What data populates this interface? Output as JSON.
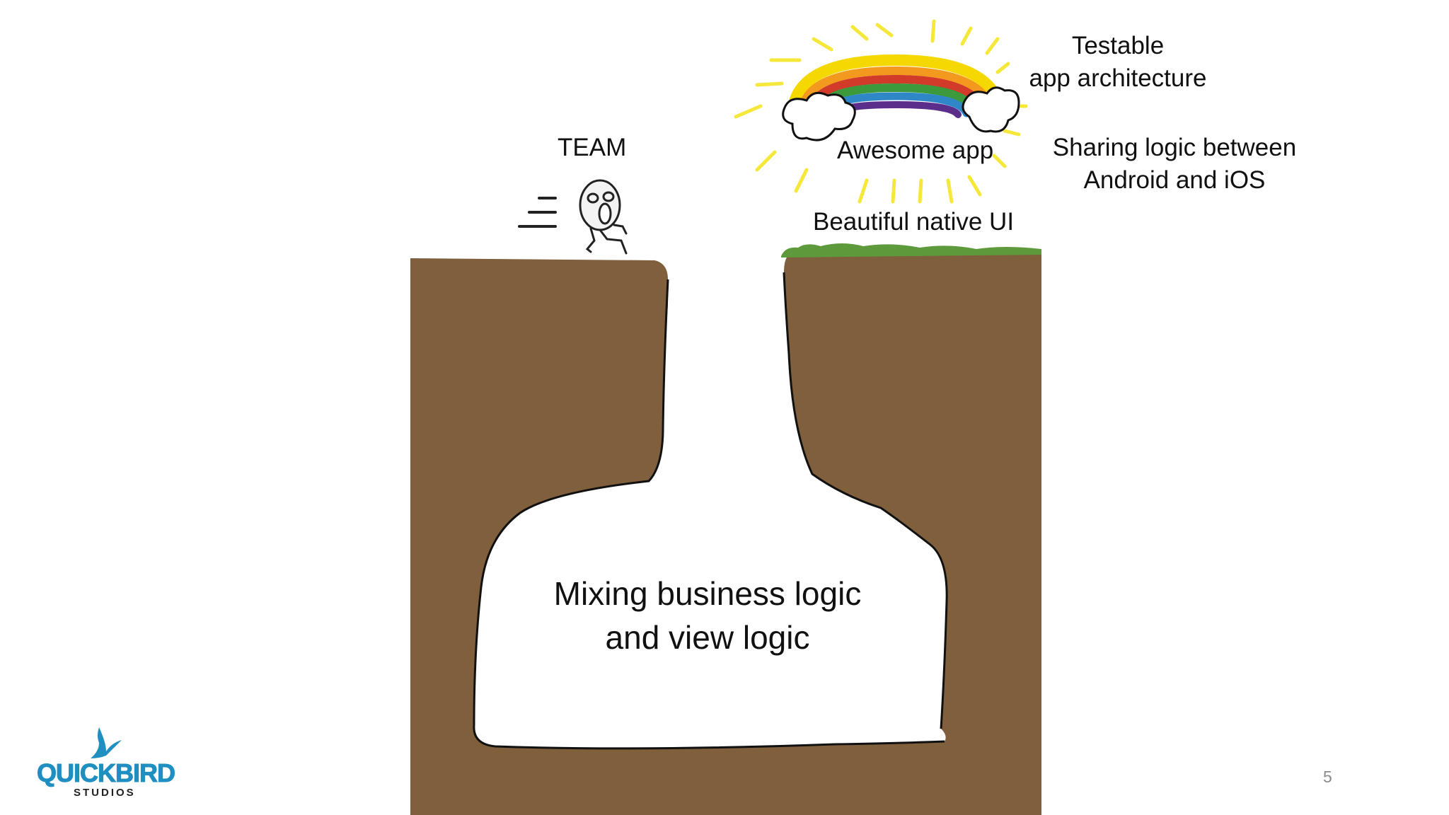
{
  "slide": {
    "labels": {
      "team": "TEAM",
      "awesome_app": "Awesome app",
      "native_ui": "Beautiful native UI",
      "testable_line1": "Testable",
      "testable_line2": "app architecture",
      "sharing_line1": "Sharing logic between",
      "sharing_line2": "Android and iOS",
      "cave_line1": "Mixing business logic",
      "cave_line2": "and view logic"
    },
    "page_number": "5",
    "logo": {
      "word": "QUICKBIRD",
      "sub": "STUDIOS"
    }
  },
  "colors": {
    "ground": "#7f5f3c",
    "grass": "#5c9a3c",
    "brand": "#1e8fc0",
    "rainbow": [
      "#f5d800",
      "#f39a1e",
      "#d23a2a",
      "#3c9a3c",
      "#2f87c8",
      "#5b2e8c"
    ]
  },
  "icons": [
    "rainbow-icon",
    "cloud-icon",
    "sun-rays-icon",
    "rage-face-runner-icon",
    "speed-lines-icon",
    "bird-logo-icon"
  ]
}
